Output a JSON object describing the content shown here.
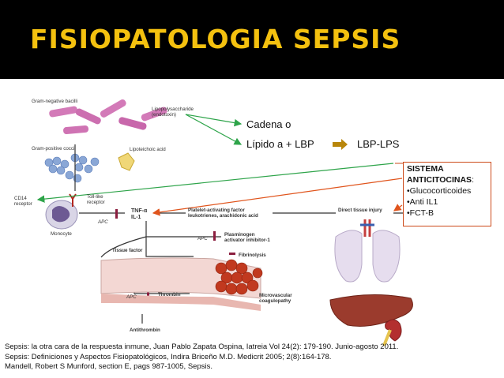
{
  "slide": {
    "title": "FISIOPATOLOGIA  SEPSIS"
  },
  "callout": {
    "line1": "Cadena o",
    "line2_left": "Lípido a + LBP",
    "line2_right": "LBP-LPS"
  },
  "box": {
    "heading1": "SISTEMA",
    "heading2": "ANTICITOCINAS",
    "heading2_suffix": ":",
    "items": [
      "•Glucocorticoides",
      "•Anti IL1",
      "•FCT-B"
    ]
  },
  "figure_labels": {
    "gram_neg": "Gram-negative bacilli",
    "lps1": "Lipopolysaccharide",
    "lps2": "(endotoxin)",
    "gram_pos": "Gram-positive cocci",
    "lipo": "Lipoteichoic acid",
    "cd14_1": "CD14",
    "cd14_2": "receptor",
    "tlr1": "Toll-like",
    "tlr2": "receptor",
    "monocyte": "Monocyte",
    "apc1": "APC",
    "tnf": "TNF-α",
    "il1": "IL-1",
    "paf1": "Platelet-activating factor",
    "paf2": "leukotrienes, arachidonic acid",
    "direct": "Direct tissue injury",
    "apc2": "APC",
    "pai1": "Plasminogen",
    "pai2": "activator inhibitor-1",
    "tissue_factor": "Tissue factor",
    "fibrinolysis": "Fibrinolysis",
    "apc3": "APC",
    "thrombin": "Thrombin",
    "micro1": "Microvascular",
    "micro2": "coagulopathy",
    "antithrombin": "Antithrombin"
  },
  "references": [
    "Sepsis: la otra cara de la respuesta inmune, Juan Pablo Zapata Ospina, Iatreia Vol 24(2): 179-190. Junio-agosto 2011.",
    "Sepsis: Definiciones y Aspectos Fisiopatológicos, Indira Briceño M.D. Medicrit 2005; 2(8):164-178.",
    "Mandell, Robert S Munford,  section E, pags 987-1005, Sepsis."
  ],
  "colors": {
    "title_bg": "#000000",
    "title_text": "#f4c10f",
    "green_arrow": "#2ea44a",
    "orange_arrow": "#e0541c",
    "gold_arrow": "#b8860b"
  }
}
